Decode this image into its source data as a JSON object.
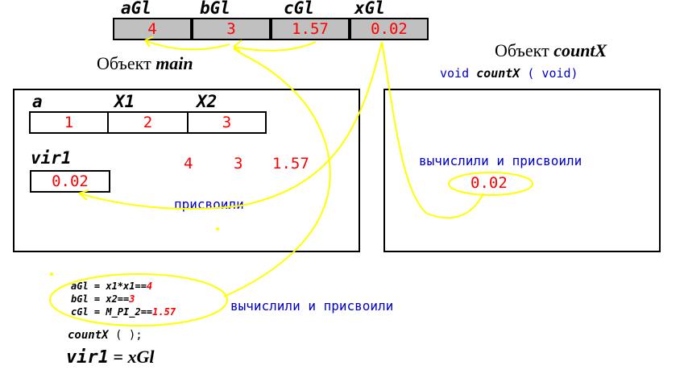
{
  "globals": {
    "names": [
      "aGl",
      "bGl",
      "cGl",
      "xGl"
    ],
    "values": [
      "4",
      "3",
      "1.57",
      "0.02"
    ]
  },
  "main_object": {
    "label_prefix": "Объект",
    "label_name": "main",
    "array_names": [
      "a",
      "X1",
      "X2"
    ],
    "array_values": [
      "1",
      "2",
      "3"
    ],
    "vir_name": "vir1",
    "vir_value": "0.02",
    "copied_values": [
      "4",
      "3",
      "1.57"
    ],
    "assigned_note": "присвоили"
  },
  "countx_object": {
    "label_prefix": "Объект",
    "label_name": "countX",
    "signature_void": "void",
    "signature_name": "countX",
    "signature_args": "( void)",
    "computed_note": "вычислили и присвоили",
    "computed_value": "0.02"
  },
  "code": {
    "line1_prefix": "aGl  =  x1*x1==",
    "line1_value": "4",
    "line2_prefix": "bGl  =  x2==",
    "line2_value": "3",
    "line3_prefix": "cGl  =  M_PI_2==",
    "line3_value": "1.57",
    "note": "вычислили и присвоили",
    "call_name": "countX",
    "call_args": "(    );",
    "assign_left": "vir1",
    "assign_eq": "=",
    "assign_right": "xGl"
  },
  "colors": {
    "arrow": "#ffff00",
    "value": "#ff0000",
    "note": "#0000cc",
    "global_cell": "#c0c0c0"
  }
}
